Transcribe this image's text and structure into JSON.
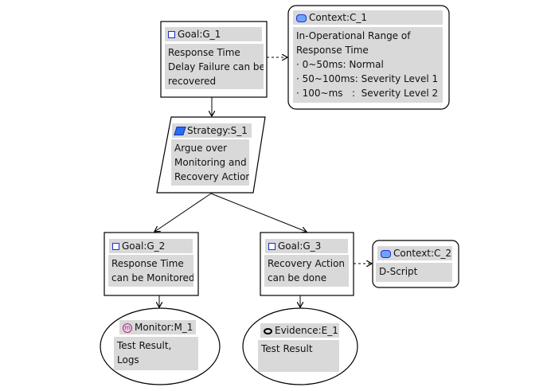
{
  "nodes": {
    "g1": {
      "title": "Goal:G_1",
      "lines": [
        "Response Time",
        "Delay Failure can be",
        "recovered"
      ]
    },
    "c1": {
      "title": "Context:C_1",
      "lines": [
        "In-Operational Range of",
        "Response Time",
        "· 0~50ms: Normal",
        "· 50~100ms: Severity Level 1",
        "· 100~ms   :  Severity Level 2"
      ]
    },
    "s1": {
      "title": "Strategy:S_1",
      "lines": [
        "Argue over",
        "Monitoring and",
        "Recovery Action"
      ]
    },
    "g2": {
      "title": "Goal:G_2",
      "lines": [
        "Response Time",
        "can be Monitored"
      ]
    },
    "g3": {
      "title": "Goal:G_3",
      "lines": [
        "Recovery Action",
        "can be done"
      ]
    },
    "c2": {
      "title": "Context:C_2",
      "lines": [
        "D-Script"
      ]
    },
    "m1": {
      "title": "Monitor:M_1",
      "lines": [
        "Test Result,",
        "Logs"
      ]
    },
    "e1": {
      "title": "Evidence:E_1",
      "lines": [
        "Test Result"
      ]
    }
  },
  "icons": {
    "goal": "goal-square-icon",
    "context": "context-rounded-icon",
    "strategy": "strategy-parallelogram-icon",
    "monitor": "monitor-m-icon",
    "evidence": "evidence-ellipse-icon"
  },
  "colors": {
    "icon_blue": "#1a2fd4",
    "node_fill": "#d9d9d9",
    "monitor_magenta": "#c0208a"
  }
}
